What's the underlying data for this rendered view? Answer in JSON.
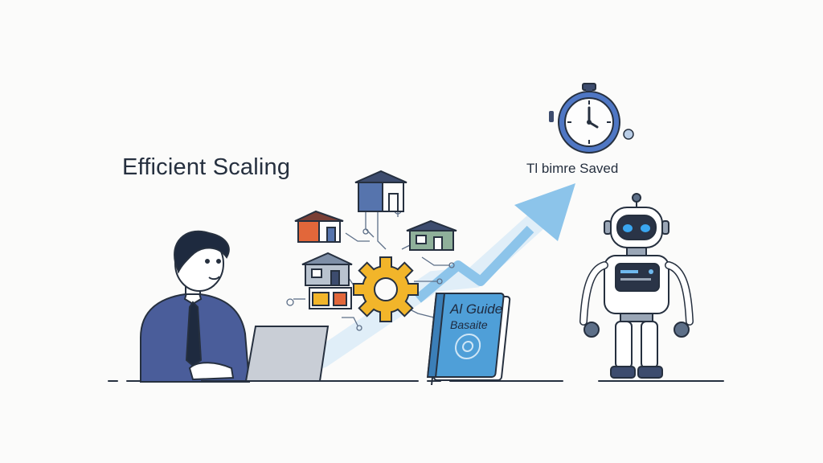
{
  "labels": {
    "left_title": "Efficient Scaling",
    "right_title": "Tl bimre Saved",
    "book_line1": "Al Guide",
    "book_line2": "Basaite"
  },
  "icons": [
    "person-icon",
    "laptop-icon",
    "house-icon",
    "gear-icon",
    "arrow-icon",
    "stopwatch-icon",
    "book-icon",
    "robot-icon"
  ],
  "colors": {
    "ink": "#26303f",
    "shirt": "#4a5d9a",
    "arrow": "#8cc4ea",
    "gear": "#f2b52a",
    "book": "#4f9fd8",
    "robot_eye": "#3aa6f0",
    "house_red": "#e2673a",
    "house_blue": "#5674ad",
    "house_green": "#8fb09a",
    "house_grey": "#b9c3cf"
  }
}
